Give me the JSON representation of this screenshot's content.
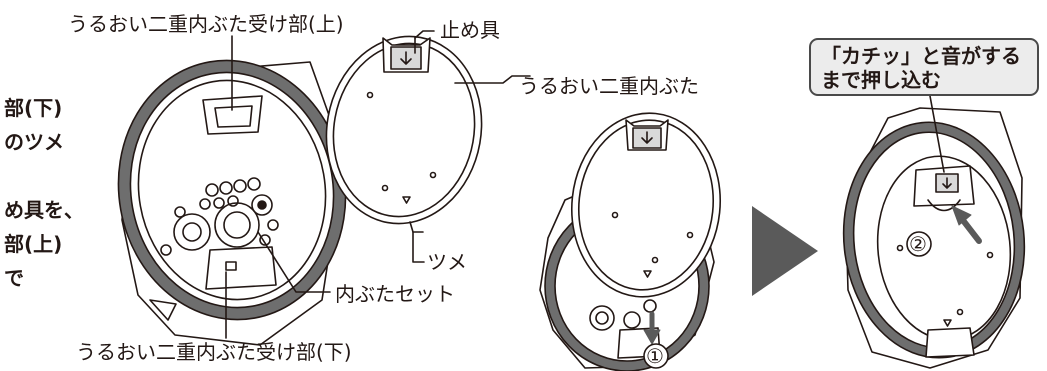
{
  "labels": {
    "upper_receiver": "うるおい二重内ぶた受け部(上)",
    "stopper": "止め具",
    "double_lid": "うるおい二重内ぶた",
    "claw": "ツメ",
    "lid_set": "内ぶたセット",
    "lower_receiver": "うるおい二重内ぶた受け部(下)"
  },
  "side_text": {
    "line1": "部(下)",
    "line2": "のツメ",
    "line3": "め具を、",
    "line4": "部(上)",
    "line5": "で"
  },
  "callout": {
    "line1": "「カチッ」と音がする",
    "line2": "まで押し込む"
  },
  "step_markers": {
    "step1": "①",
    "step2": "②"
  },
  "colors": {
    "line": "#231815",
    "gasket": "#6e6e6e",
    "lid_fill": "#ffffff",
    "arrow": "#5a5a5a",
    "callout_bg": "#ececec"
  }
}
